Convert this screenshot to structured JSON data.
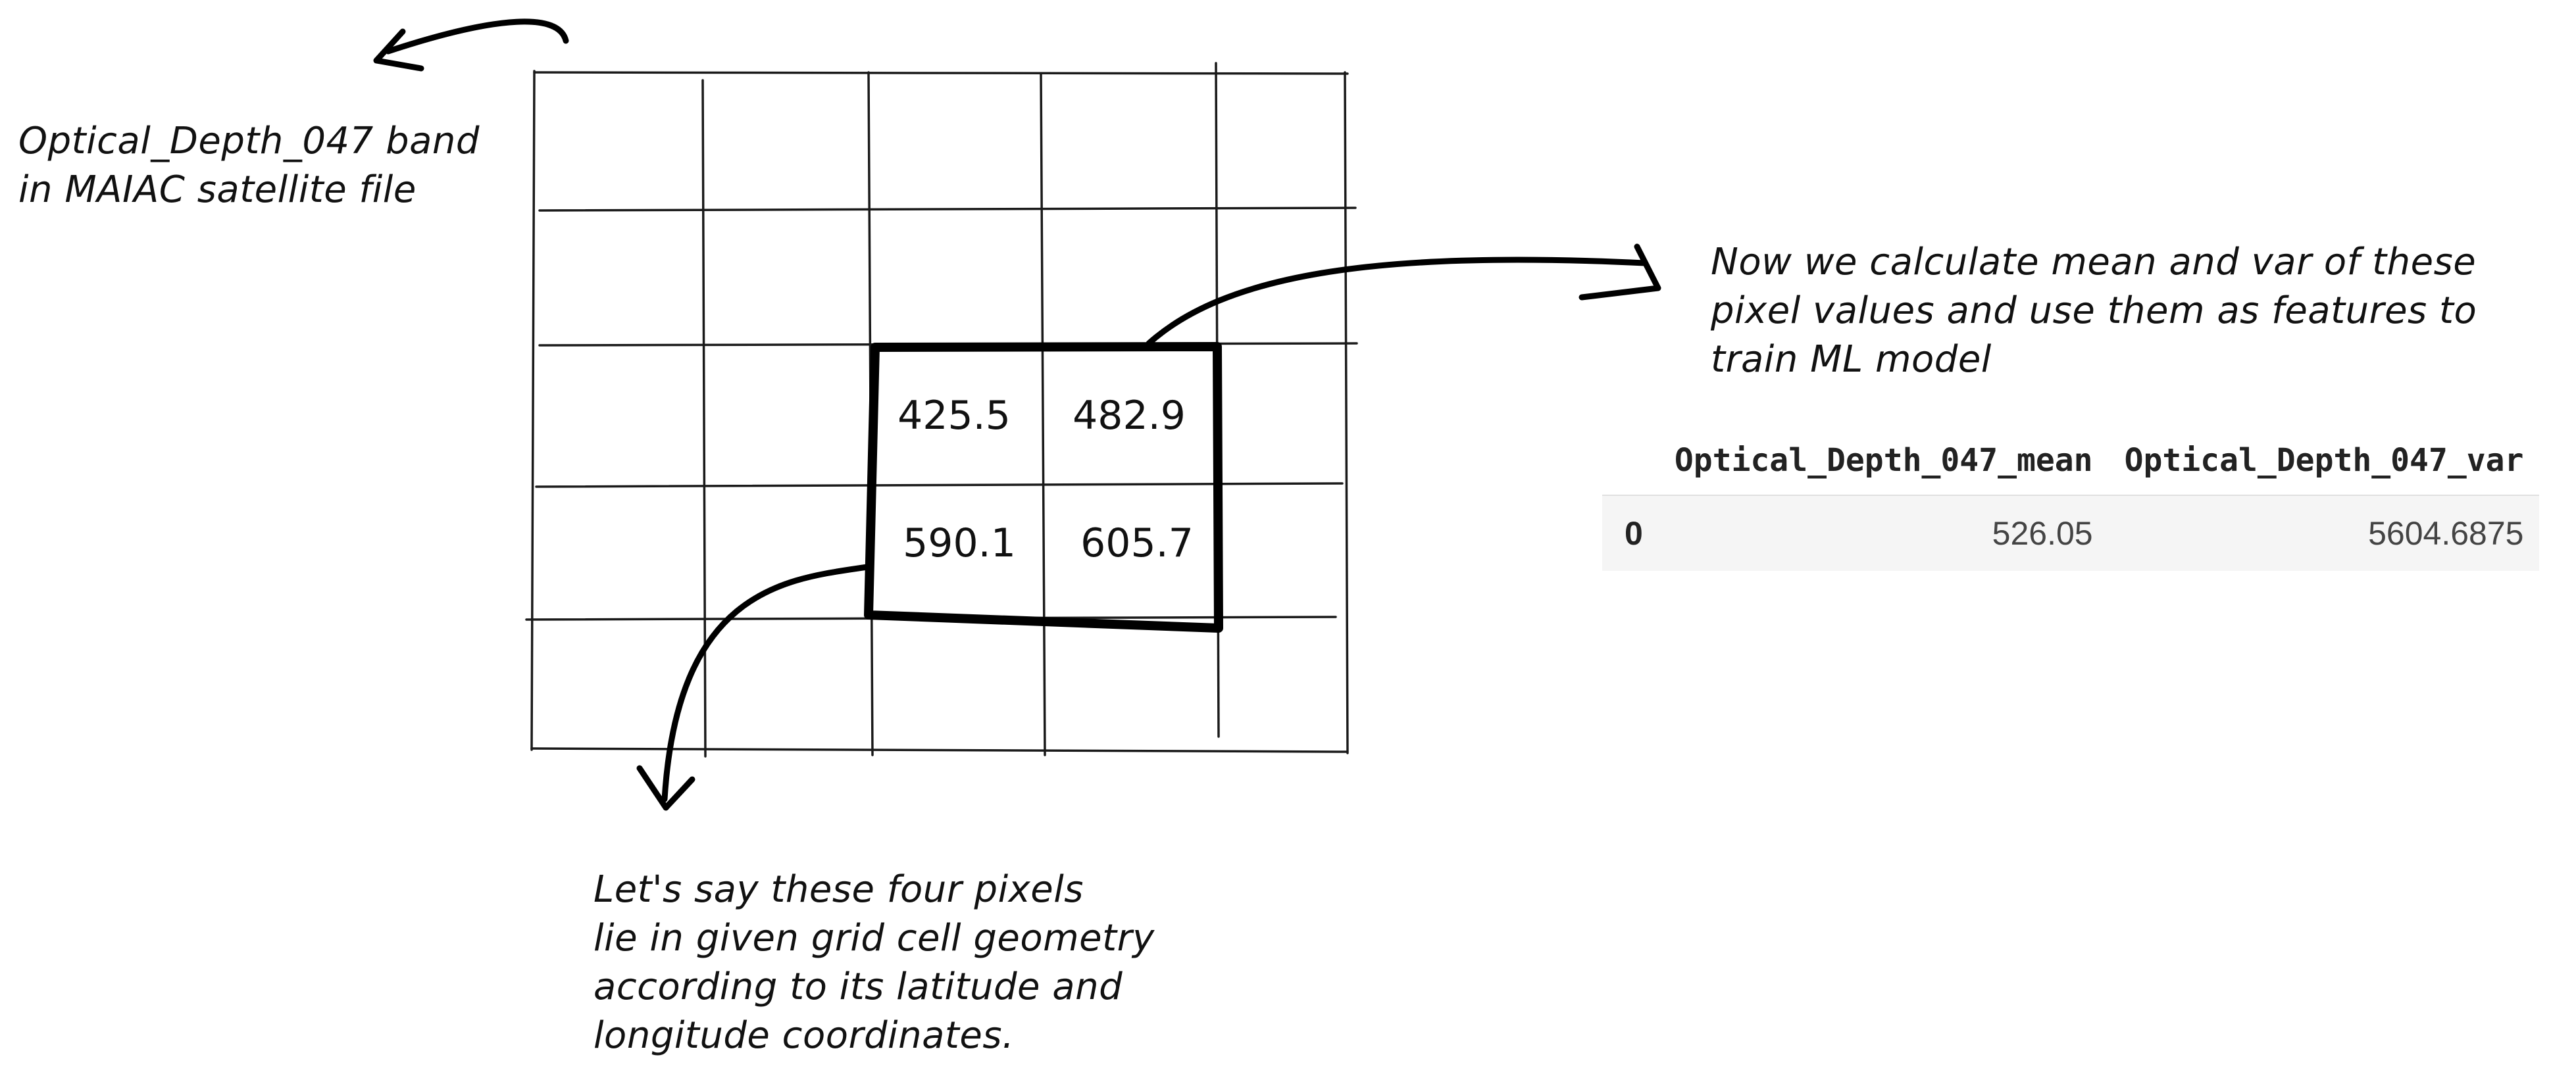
{
  "notes": {
    "band": [
      "Optical_Depth_047 band",
      "in MAIAC satellite file"
    ],
    "features": [
      "Now we calculate mean and var of these",
      "pixel values and use them as features to",
      "train ML model"
    ],
    "pixels": [
      "Let's say these four pixels",
      "lie in given grid cell geometry",
      "according to its latitude and",
      "longitude coordinates."
    ]
  },
  "grid": {
    "pixel_values": [
      "425.5",
      "482.9",
      "590.1",
      "605.7"
    ]
  },
  "table": {
    "headers": [
      "",
      "Optical_Depth_047_mean",
      "Optical_Depth_047_var"
    ],
    "rows": [
      [
        "0",
        "526.05",
        "5604.6875"
      ]
    ]
  }
}
